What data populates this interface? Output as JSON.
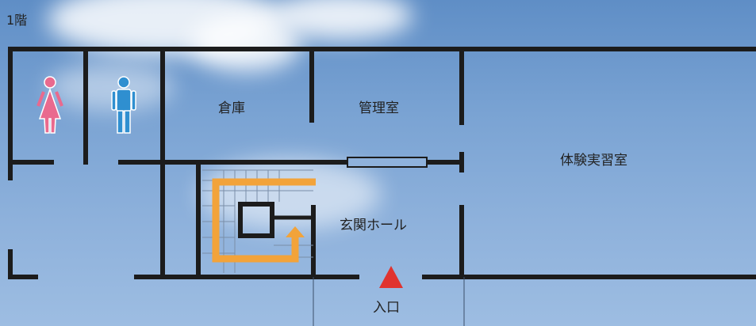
{
  "floor_label": "1階",
  "rooms": {
    "storage": "倉庫",
    "office": "管理室",
    "experience_room": "体験実習室",
    "lobby": "玄関ホール"
  },
  "entrance": {
    "label": "入口",
    "marker_color": "#e0332f"
  },
  "icons": {
    "women": "woman-restroom-icon",
    "men": "man-restroom-icon"
  },
  "colors": {
    "wall": "#1c1c1c",
    "route": "#f2a33a",
    "women": "#e96a8e",
    "men": "#2f8fd0"
  }
}
